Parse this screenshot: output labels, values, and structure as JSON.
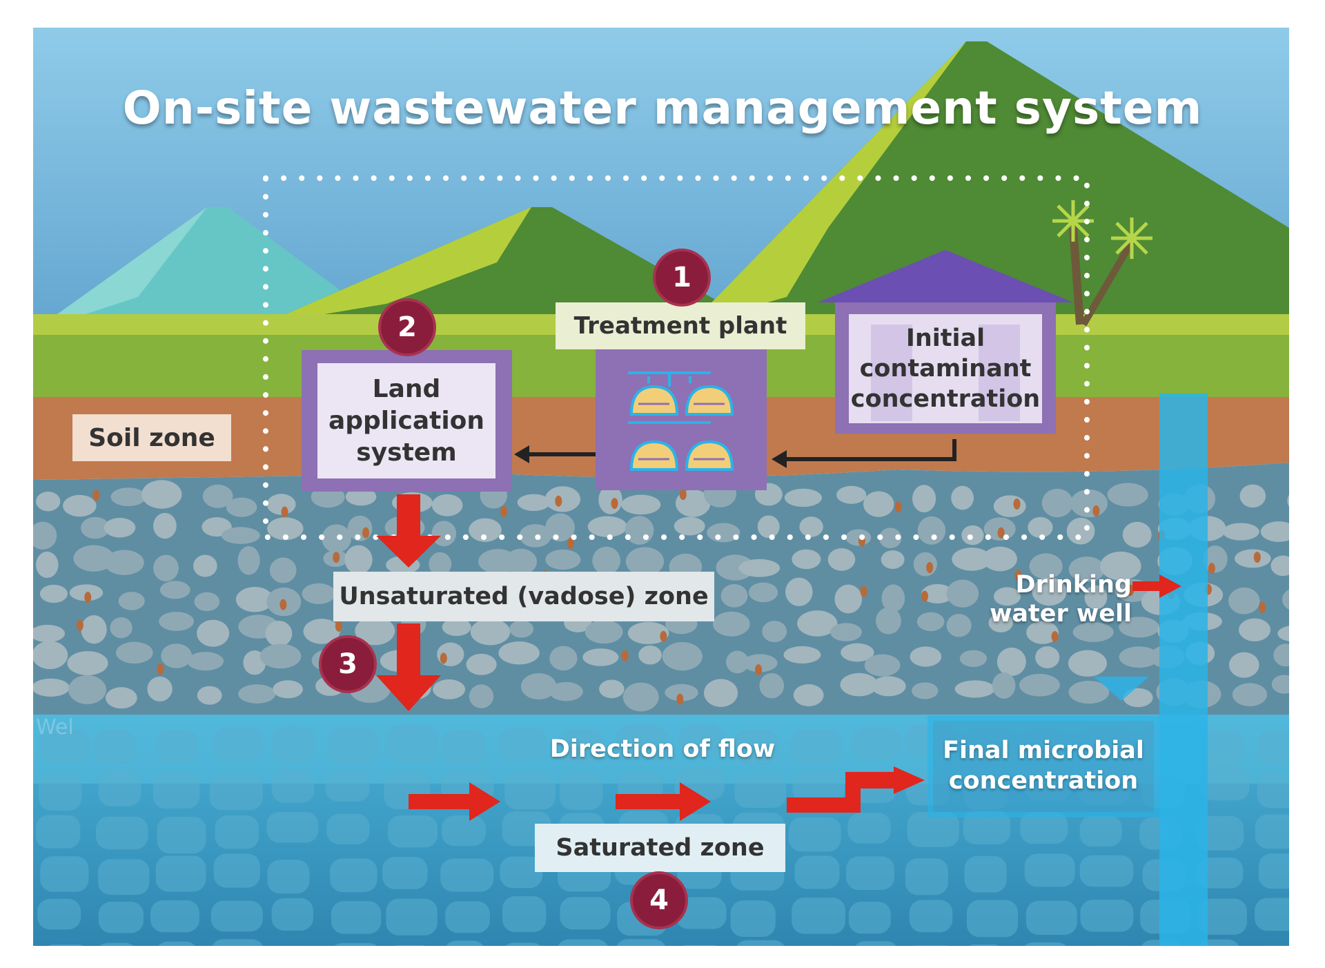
{
  "title": "On-site wastewater management system",
  "labels": {
    "treatment_plant": "Treatment plant",
    "initial_contaminant": [
      "Initial",
      "contaminant",
      "concentration"
    ],
    "land_application": [
      "Land",
      "application",
      "system"
    ],
    "soil_zone": "Soil zone",
    "unsaturated_zone": "Unsaturated (vadose) zone",
    "drinking_water_well": [
      "Drinking",
      "water well"
    ],
    "direction_of_flow": "Direction of flow",
    "final_microbial": [
      "Final microbial",
      "concentration"
    ],
    "saturated_zone": "Saturated zone",
    "well_partial": "Wel"
  },
  "badges": [
    "1",
    "2",
    "3",
    "4"
  ],
  "colors": {
    "sky": "#8fc6e3",
    "mountain_dark": "#4f8a35",
    "mountain_light": "#b5cf3c",
    "grass": "#86b33c",
    "soil": "#c07a4e",
    "vadose": "#5f8ea3",
    "saturated": "#3fa8cf",
    "house_roof": "#6b4fb3",
    "box_purple": "#8e70b4",
    "badge": "#8b1d3c",
    "arrow_red": "#e0261d",
    "well_blue": "#2ab4e8"
  }
}
